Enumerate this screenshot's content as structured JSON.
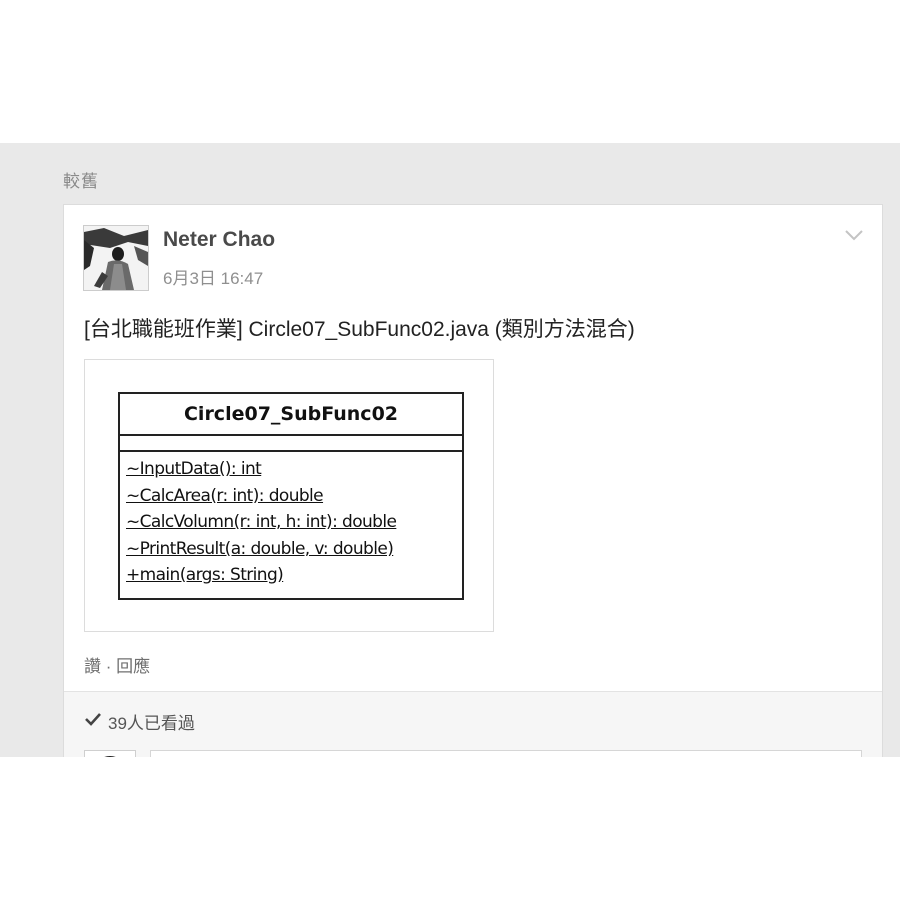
{
  "section": {
    "label": "較舊"
  },
  "post": {
    "author": "Neter Chao",
    "time": "6月3日 16:47",
    "text": "[台北職能班作業] Circle07_SubFunc02.java (類別方法混合)",
    "actions": {
      "like": "讚",
      "separator": " · ",
      "reply": "回應"
    },
    "seen": "39人已看過",
    "comment_placeholder": ""
  },
  "uml": {
    "class_name": "Circle07_SubFunc02",
    "attributes": [],
    "operations": [
      "~InputData(): int",
      "~CalcArea(r: int): double",
      "~CalcVolumn(r: int, h: int): double",
      "~PrintResult(a: double, v: double)",
      "+main(args: String)"
    ]
  },
  "icons": {
    "menu": "chevron-down-icon",
    "seen": "check-icon",
    "avatar": "user-photo",
    "comment_avatar": "user-photo"
  },
  "colors": {
    "feed_background": "#e9e9e9",
    "card_background": "#ffffff",
    "text": "#222222",
    "muted": "#8f8f8f"
  }
}
